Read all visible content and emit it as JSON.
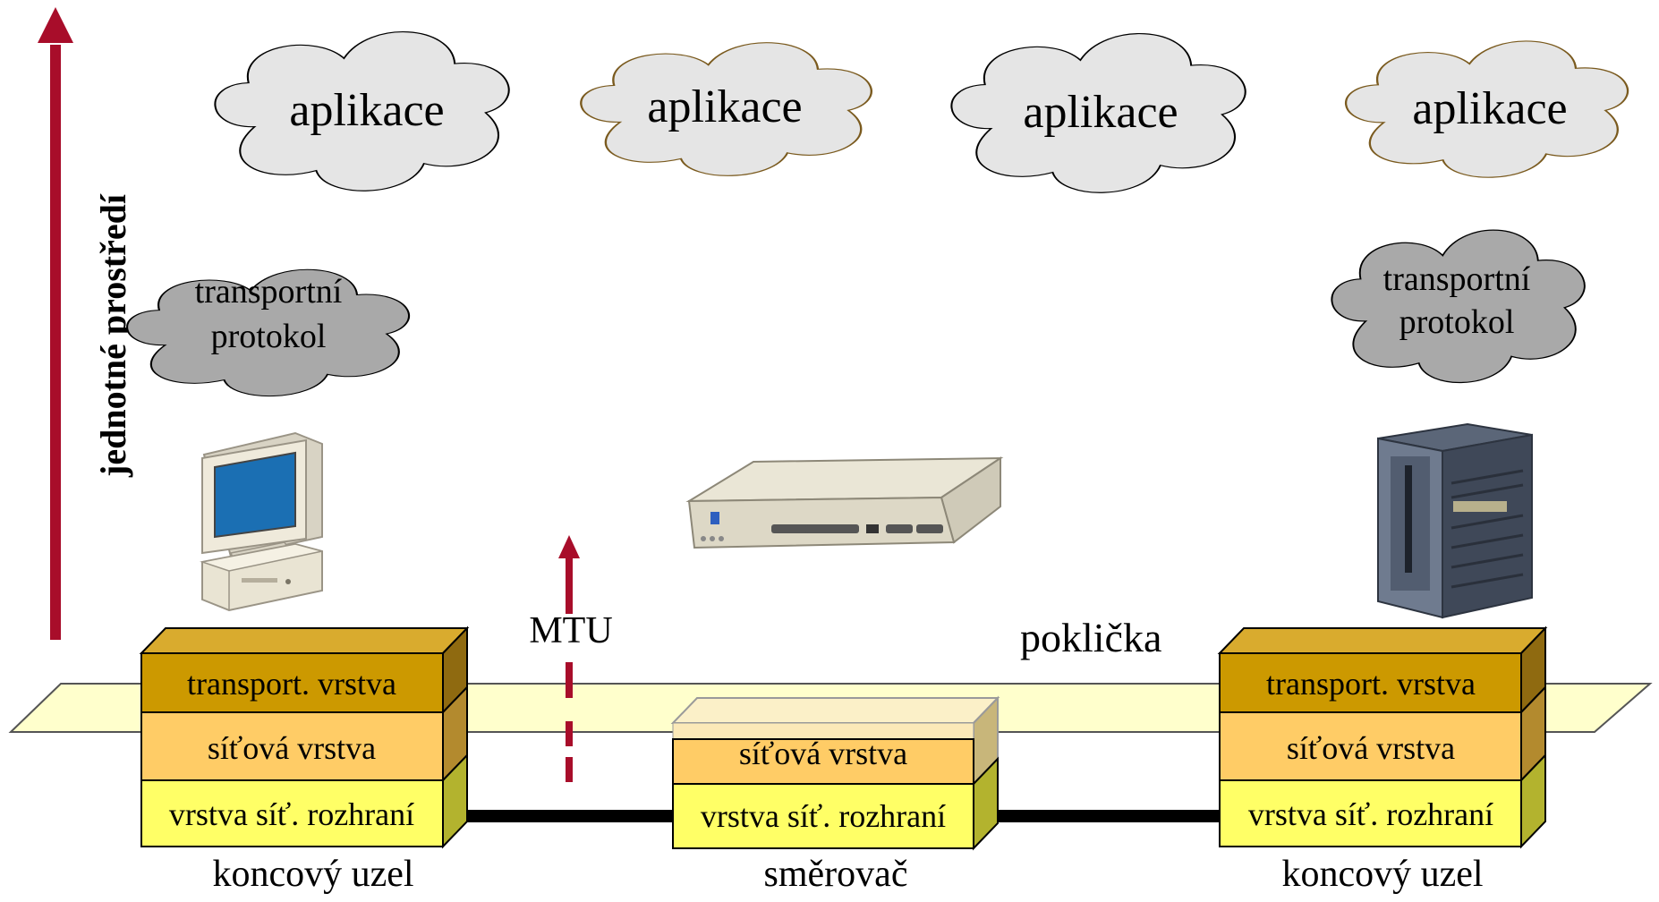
{
  "axis_label": "jednotné prostředí",
  "clouds": {
    "app": [
      "aplikace",
      "aplikace",
      "aplikace",
      "aplikace"
    ],
    "transport_left": [
      "transportní",
      "protokol"
    ],
    "transport_right": [
      "transportní",
      "protokol"
    ]
  },
  "labels": {
    "mtu": "MTU",
    "lid": "poklička"
  },
  "stacks": {
    "left": {
      "transport": "transport. vrstva",
      "network": "síťová vrstva",
      "interface": "vrstva síť. rozhraní",
      "caption": "koncový uzel"
    },
    "middle": {
      "network": "síťová vrstva",
      "interface": "vrstva síť. rozhraní",
      "caption": "směrovač"
    },
    "right": {
      "transport": "transport. vrstva",
      "network": "síťová vrstva",
      "interface": "vrstva síť. rozhraní",
      "caption": "koncový uzel"
    }
  },
  "devices": {
    "left": "desktop-computer",
    "middle": "router",
    "right": "server-tower"
  },
  "colors": {
    "arrow": "#a80d2a",
    "transport_layer": "#cc9900",
    "network_layer": "#ffcc66",
    "interface_layer": "#ffff66",
    "cloud_light": "#e5e5e5",
    "cloud_dark": "#a9a9a9",
    "lid_plane": "#ffffcc"
  }
}
